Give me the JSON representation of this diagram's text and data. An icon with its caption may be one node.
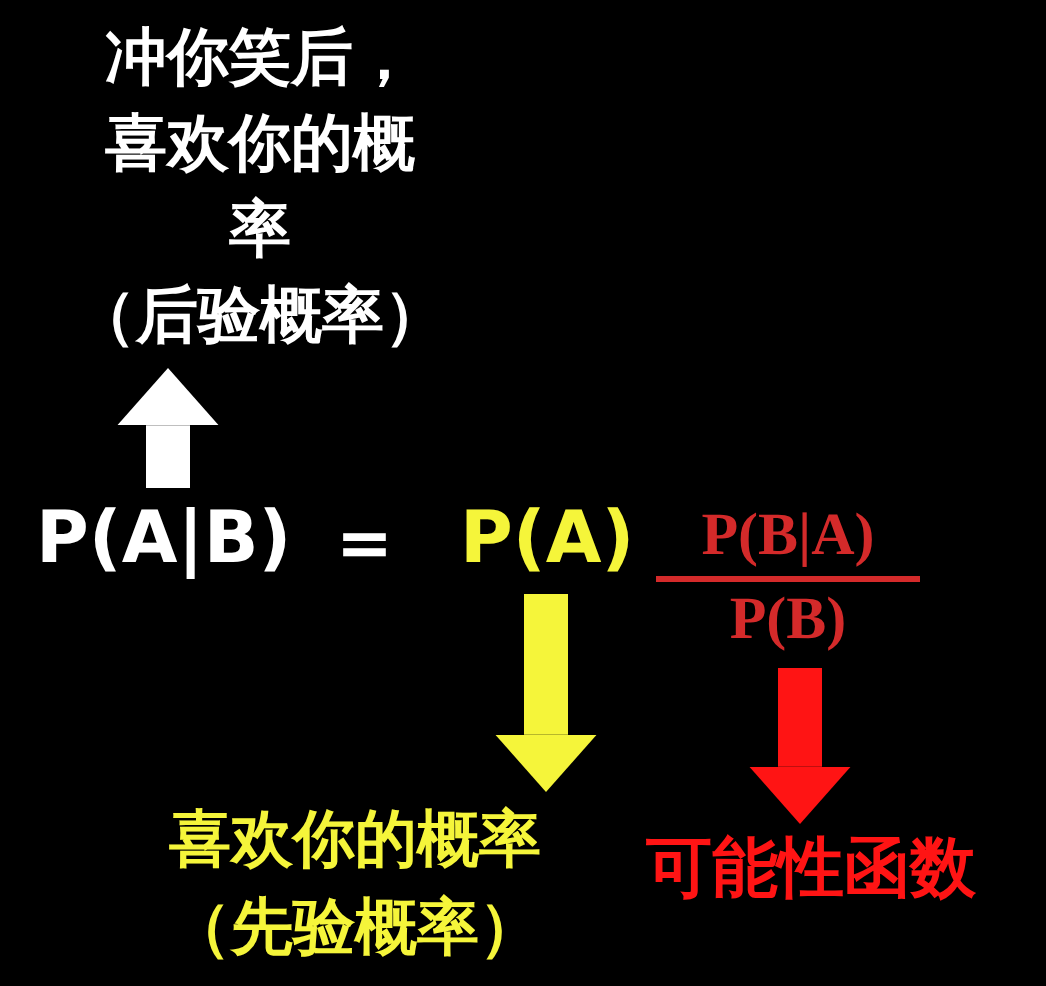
{
  "diagram": {
    "nodes": [
      {
        "text": [
          "冲你笑后，喜欢你的概率",
          "（后验概率）"
        ]
      },
      {
        "text": [
          "P(A|B)"
        ]
      },
      {
        "text": [
          "P(A)"
        ]
      },
      {
        "text": [
          "P(B|A)",
          "P(B)"
        ]
      },
      {
        "text": [
          "喜欢你的概率",
          "（先验概率）"
        ]
      },
      {
        "text": [
          "可能性函数"
        ]
      }
    ],
    "edges": [
      {
        "from": 1,
        "to": 0,
        "arrow": "to",
        "color": "#ffffff"
      },
      {
        "from": 2,
        "to": 4,
        "arrow": "to",
        "color": "#f5f53a"
      },
      {
        "from": 3,
        "to": 5,
        "arrow": "to",
        "color": "#ff1414"
      }
    ],
    "labels": [
      "="
    ]
  }
}
